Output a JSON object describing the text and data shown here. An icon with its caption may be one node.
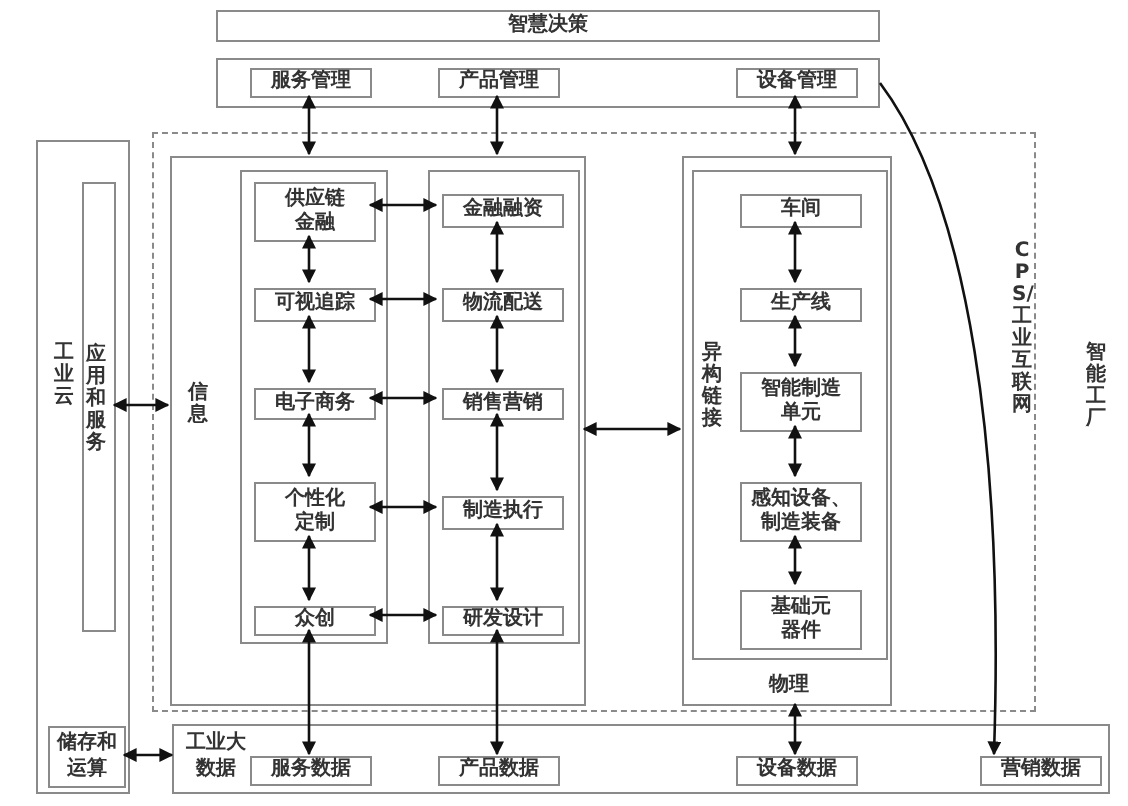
{
  "diagram": {
    "nodes": [
      {
        "text": [
          "智慧决策"
        ]
      },
      {
        "text": [],
        "shape": "box"
      },
      {
        "text": [
          "服务管理"
        ],
        "in": 1
      },
      {
        "text": [
          "产品管理"
        ],
        "in": 1
      },
      {
        "text": [
          "设备管理"
        ],
        "in": 1
      },
      {
        "text": [
          "工业云"
        ]
      },
      {
        "text": [
          "应用和服务"
        ],
        "in": 5
      },
      {
        "text": [
          "储存和运算"
        ],
        "in": 5
      },
      {
        "text": [
          "智能工厂"
        ]
      },
      {
        "text": [
          "信息"
        ],
        "in": 8
      },
      {
        "text": [],
        "shape": "box",
        "in": 9
      },
      {
        "text": [
          "供应链金融"
        ],
        "in": 10
      },
      {
        "text": [
          "可视追踪"
        ],
        "in": 10
      },
      {
        "text": [
          "电子商务"
        ],
        "in": 10
      },
      {
        "text": [
          "个性化定制"
        ],
        "in": 10
      },
      {
        "text": [
          "众创"
        ],
        "in": 10
      },
      {
        "text": [],
        "shape": "box",
        "in": 9
      },
      {
        "text": [
          "金融融资"
        ],
        "in": 16
      },
      {
        "text": [
          "物流配送"
        ],
        "in": 16
      },
      {
        "text": [
          "销售营销"
        ],
        "in": 16
      },
      {
        "text": [
          "制造执行"
        ],
        "in": 16
      },
      {
        "text": [
          "研发设计"
        ],
        "in": 16
      },
      {
        "text": [
          "物理"
        ],
        "in": 8
      },
      {
        "text": [
          "异构链接"
        ],
        "in": 22
      },
      {
        "text": [
          "车间"
        ],
        "in": 23
      },
      {
        "text": [
          "生产线"
        ],
        "in": 23
      },
      {
        "text": [
          "智能制造单元"
        ],
        "in": 23
      },
      {
        "text": [
          "感知设备、制造装备"
        ],
        "in": 23
      },
      {
        "text": [
          "基础元器件"
        ],
        "in": 23
      },
      {
        "text": [
          "工业大数据"
        ]
      },
      {
        "text": [
          "服务数据"
        ],
        "in": 29
      },
      {
        "text": [
          "产品数据"
        ],
        "in": 29
      },
      {
        "text": [
          "设备数据"
        ],
        "in": 29
      },
      {
        "text": [
          "营销数据"
        ],
        "in": 29
      }
    ],
    "edges": [
      {
        "from": 2,
        "to": 9,
        "arrow": "both"
      },
      {
        "from": 3,
        "to": 9,
        "arrow": "both"
      },
      {
        "from": 4,
        "to": 22,
        "arrow": "both"
      },
      {
        "from": 6,
        "to": 9,
        "arrow": "both"
      },
      {
        "from": 7,
        "to": 29,
        "arrow": "both"
      },
      {
        "from": 11,
        "to": 12,
        "arrow": "both"
      },
      {
        "from": 12,
        "to": 13,
        "arrow": "both"
      },
      {
        "from": 13,
        "to": 14,
        "arrow": "both"
      },
      {
        "from": 14,
        "to": 15,
        "arrow": "both"
      },
      {
        "from": 15,
        "to": 30,
        "arrow": "both"
      },
      {
        "from": 17,
        "to": 18,
        "arrow": "both"
      },
      {
        "from": 18,
        "to": 19,
        "arrow": "both"
      },
      {
        "from": 19,
        "to": 20,
        "arrow": "both"
      },
      {
        "from": 20,
        "to": 21,
        "arrow": "both"
      },
      {
        "from": 21,
        "to": 31,
        "arrow": "both"
      },
      {
        "from": 11,
        "to": 17,
        "arrow": "both"
      },
      {
        "from": 12,
        "to": 18,
        "arrow": "both"
      },
      {
        "from": 13,
        "to": 19,
        "arrow": "both"
      },
      {
        "from": 14,
        "to": 20,
        "arrow": "both"
      },
      {
        "from": 15,
        "to": 21,
        "arrow": "both"
      },
      {
        "from": 9,
        "to": 22,
        "arrow": "both"
      },
      {
        "from": 24,
        "to": 25,
        "arrow": "both"
      },
      {
        "from": 25,
        "to": 26,
        "arrow": "both"
      },
      {
        "from": 26,
        "to": 27,
        "arrow": "both"
      },
      {
        "from": 27,
        "to": 28,
        "arrow": "both"
      },
      {
        "from": 22,
        "to": 32,
        "arrow": "both"
      },
      {
        "from": 1,
        "to": 33,
        "arrow": "to",
        "label": "CPS/工业互联网"
      }
    ]
  }
}
